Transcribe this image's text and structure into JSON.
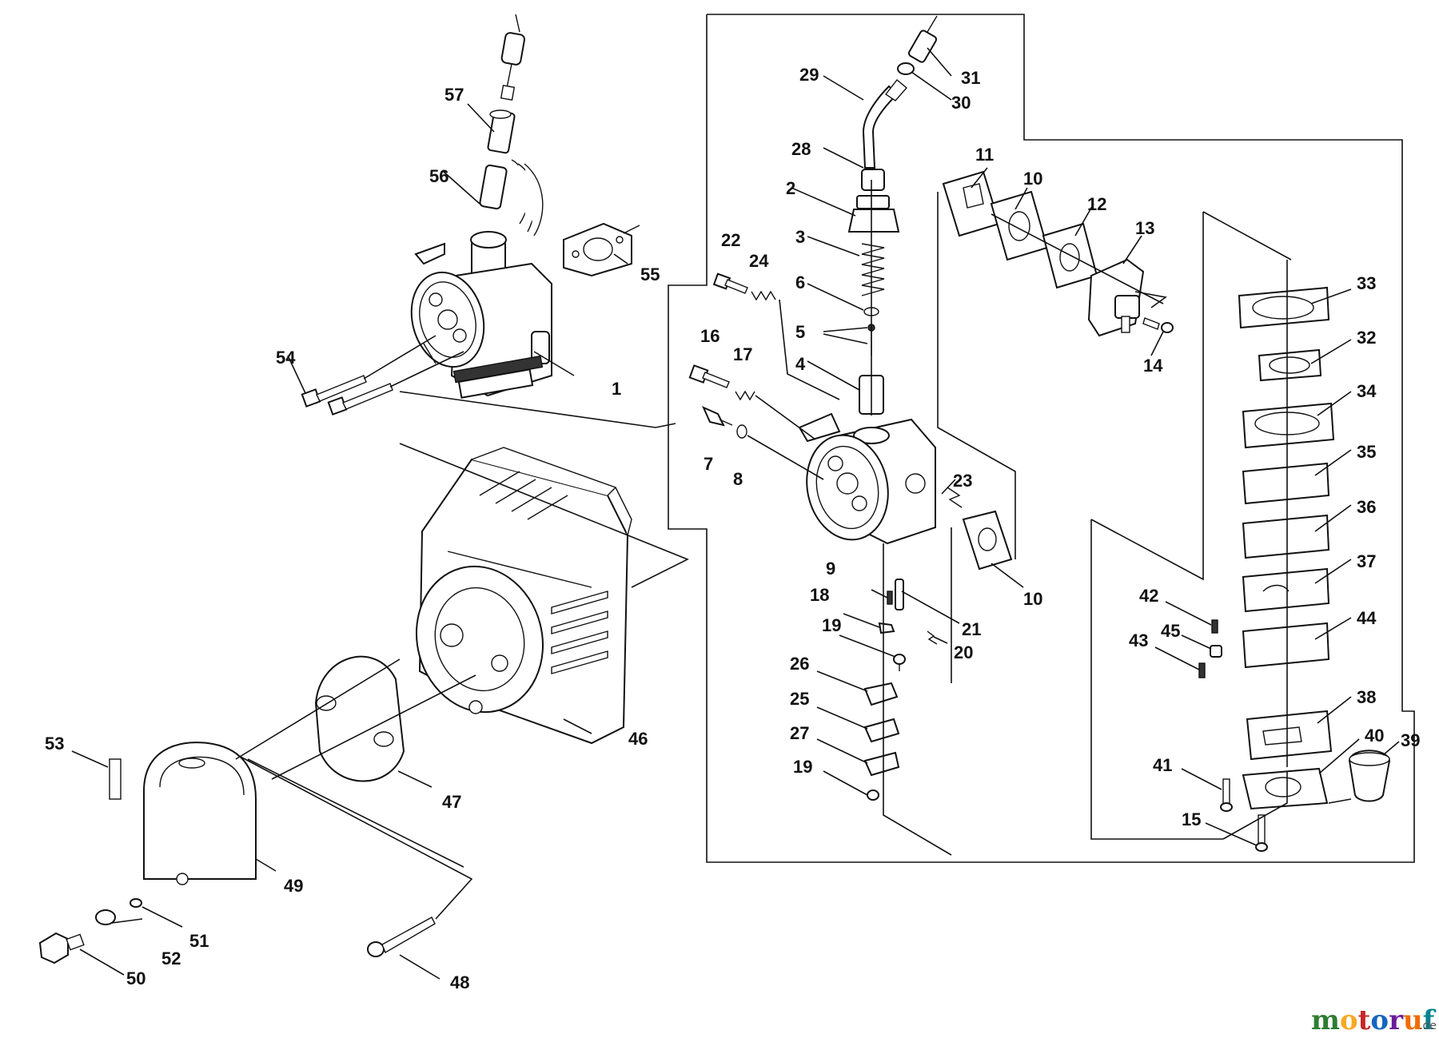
{
  "callouts": {
    "c1": "1",
    "c2": "2",
    "c3": "3",
    "c4": "4",
    "c5": "5",
    "c6": "6",
    "c7": "7",
    "c8": "8",
    "c9": "9",
    "c10a": "10",
    "c10b": "10",
    "c11": "11",
    "c12": "12",
    "c13": "13",
    "c14": "14",
    "c15": "15",
    "c16": "16",
    "c17": "17",
    "c18": "18",
    "c19a": "19",
    "c19b": "19",
    "c20": "20",
    "c21": "21",
    "c22": "22",
    "c23": "23",
    "c24": "24",
    "c25": "25",
    "c26": "26",
    "c27": "27",
    "c28": "28",
    "c29": "29",
    "c30": "30",
    "c31": "31",
    "c32": "32",
    "c33": "33",
    "c34": "34",
    "c35": "35",
    "c36": "36",
    "c37": "37",
    "c38": "38",
    "c39": "39",
    "c40": "40",
    "c41": "41",
    "c42": "42",
    "c43": "43",
    "c44": "44",
    "c45": "45",
    "c46": "46",
    "c47": "47",
    "c48": "48",
    "c49": "49",
    "c50": "50",
    "c51": "51",
    "c52": "52",
    "c53": "53",
    "c54": "54",
    "c55": "55",
    "c56": "56",
    "c57": "57"
  },
  "watermark": {
    "brand_letters": [
      "m",
      "o",
      "t",
      "o",
      "r",
      "u",
      "f"
    ],
    "brand_colors": [
      "#2e7d32",
      "#f9a825",
      "#c62828",
      "#1565c0",
      "#6a1b9a",
      "#ef6c00",
      "#00838f"
    ],
    "suffix": ".de"
  }
}
